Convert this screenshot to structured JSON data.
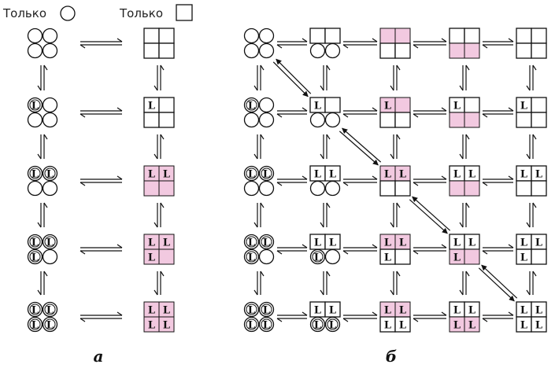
{
  "headers": {
    "circles": "Только",
    "squares": "Только"
  },
  "ligand_label": "L",
  "panel_a": {
    "caption": "а",
    "rows": [
      {
        "circle": [
          0,
          0,
          0,
          0
        ],
        "square": [
          0,
          0,
          0,
          0
        ],
        "square_state": "open"
      },
      {
        "circle": [
          1,
          0,
          0,
          0
        ],
        "square": [
          1,
          0,
          0,
          0
        ],
        "square_state": "closed"
      },
      {
        "circle": [
          1,
          1,
          0,
          0
        ],
        "square": [
          1,
          1,
          0,
          0
        ],
        "square_state": "relaxed"
      },
      {
        "circle": [
          1,
          1,
          1,
          0
        ],
        "square": [
          1,
          1,
          1,
          0
        ],
        "square_state": "relaxed"
      },
      {
        "circle": [
          1,
          1,
          1,
          1
        ],
        "square": [
          1,
          1,
          1,
          1
        ],
        "square_state": "relaxed"
      }
    ]
  },
  "panel_b": {
    "caption": "б",
    "columns": 5,
    "rows": [
      {
        "ligands": [
          [
            0,
            0,
            0,
            0
          ],
          [
            0,
            0,
            0,
            0
          ],
          [
            0,
            0,
            0,
            0
          ],
          [
            0,
            0,
            0,
            0
          ],
          [
            0,
            0,
            0,
            0
          ]
        ]
      },
      {
        "ligands": [
          [
            1,
            0,
            0,
            0
          ],
          [
            1,
            0,
            0,
            0
          ],
          [
            1,
            0,
            0,
            0
          ],
          [
            1,
            0,
            0,
            0
          ],
          [
            1,
            0,
            0,
            0
          ]
        ]
      },
      {
        "ligands": [
          [
            1,
            1,
            0,
            0
          ],
          [
            1,
            1,
            0,
            0
          ],
          [
            1,
            1,
            0,
            0
          ],
          [
            1,
            1,
            0,
            0
          ],
          [
            1,
            1,
            0,
            0
          ]
        ]
      },
      {
        "ligands": [
          [
            1,
            1,
            1,
            0
          ],
          [
            1,
            1,
            1,
            0
          ],
          [
            1,
            1,
            1,
            0
          ],
          [
            1,
            1,
            1,
            0
          ],
          [
            1,
            1,
            1,
            0
          ]
        ]
      },
      {
        "ligands": [
          [
            1,
            1,
            1,
            1
          ],
          [
            1,
            1,
            1,
            1
          ],
          [
            1,
            1,
            1,
            1
          ],
          [
            1,
            1,
            1,
            1
          ],
          [
            1,
            1,
            1,
            1
          ]
        ]
      }
    ],
    "column_states": [
      [
        0,
        0,
        0,
        0
      ],
      [
        1,
        1,
        0,
        0
      ],
      [
        2,
        2,
        1,
        1
      ],
      [
        1,
        1,
        2,
        2
      ],
      [
        1,
        1,
        1,
        1
      ]
    ],
    "diagonal_arrows": [
      {
        "from": [
          0,
          0
        ],
        "to": [
          1,
          1
        ]
      },
      {
        "from": [
          1,
          1
        ],
        "to": [
          2,
          2
        ]
      },
      {
        "from": [
          2,
          2
        ],
        "to": [
          3,
          3
        ]
      },
      {
        "from": [
          3,
          3
        ],
        "to": [
          4,
          4
        ]
      }
    ]
  },
  "colors": {
    "ink": "#111111",
    "relaxed_fill": "#f2c9e0",
    "relaxed_stroke": "#c9b7c2",
    "faint_stroke": "#bbbbbb"
  }
}
